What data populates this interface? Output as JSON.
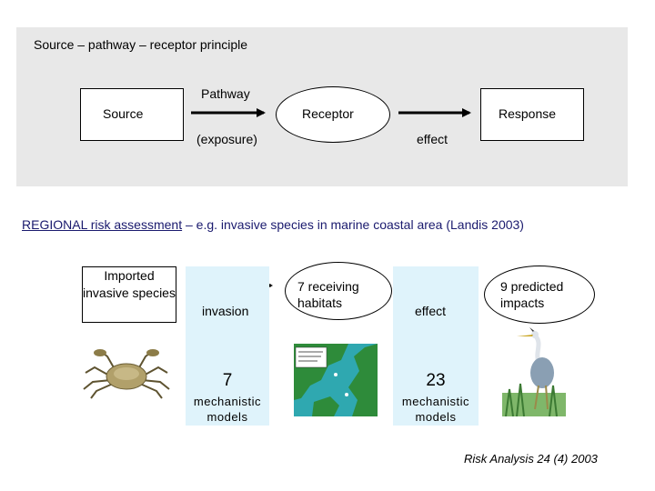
{
  "top": {
    "title": "Source – pathway – receptor principle",
    "source": "Source",
    "pathway": "Pathway",
    "exposure": "(exposure)",
    "receptor": "Receptor",
    "effect": "effect",
    "response": "Response"
  },
  "regional": {
    "heading_underlined": "REGIONAL risk assessment",
    "heading_rest": " – e.g. invasive species in marine coastal area (Landis 2003)"
  },
  "bottom": {
    "imported": "Imported invasive species",
    "invasion": "invasion",
    "invasion_count": "7",
    "invasion_models": "mechanistic models",
    "habitats": "7 receiving habitats",
    "effect": "effect",
    "effect_count": "23",
    "effect_models": "mechanistic models",
    "impacts": "9 predicted impacts"
  },
  "citation": "Risk Analysis 24 (4) 2003",
  "colors": {
    "panel": "#e8e8e8",
    "cyan": "#dff3fb",
    "regional_text": "#1a1a6e"
  }
}
